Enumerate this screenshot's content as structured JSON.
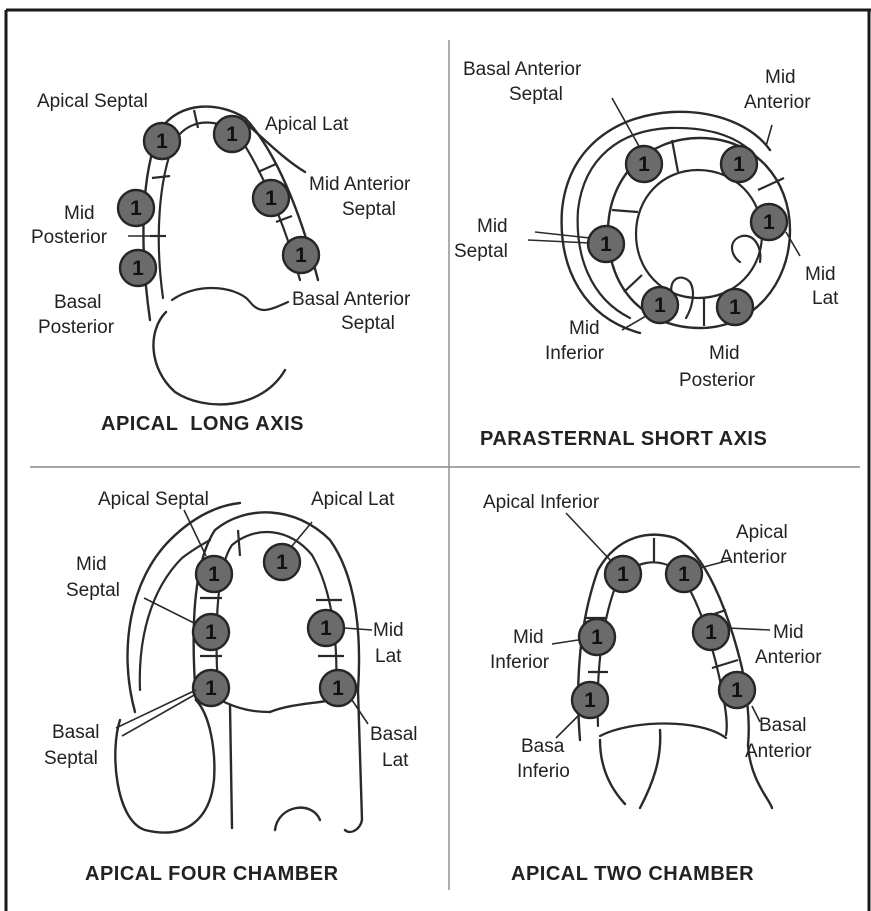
{
  "panels": [
    {
      "title": "APICAL  LONG AXIS",
      "labels": [
        "Apical Septal",
        "Apical Lat",
        "Mid Anterior",
        "Septal",
        "Mid",
        "Posterior",
        "Basal Anterior",
        "Septal",
        "Basal",
        "Posterior"
      ],
      "segments": [
        "1",
        "1",
        "1",
        "1",
        "1",
        "1"
      ]
    },
    {
      "title": "PARASTERNAL SHORT AXIS",
      "labels": [
        "Basal Anterior",
        "Septal",
        "Mid",
        "Anterior",
        "Mid",
        "Septal",
        "Mid",
        "Lat",
        "Mid",
        "Inferior",
        "Mid",
        "Posterior"
      ],
      "segments": [
        "1",
        "1",
        "1",
        "1",
        "1",
        "1"
      ]
    },
    {
      "title": "APICAL FOUR CHAMBER",
      "labels": [
        "Apical Septal",
        "Apical Lat",
        "Mid",
        "Septal",
        "Mid",
        "Lat",
        "Basal",
        "Septal",
        "Basal",
        "Lat"
      ],
      "segments": [
        "1",
        "1",
        "1",
        "1",
        "1",
        "1"
      ]
    },
    {
      "title": "APICAL TWO CHAMBER",
      "labels": [
        "Apical Inferior",
        "Apical",
        "Anterior",
        "Mid",
        "Inferior",
        "Mid",
        "Anterior",
        "Basa",
        "Inferio",
        "Basal",
        "Anterior"
      ],
      "segments": [
        "1",
        "1",
        "1",
        "1",
        "1",
        "1"
      ]
    }
  ]
}
